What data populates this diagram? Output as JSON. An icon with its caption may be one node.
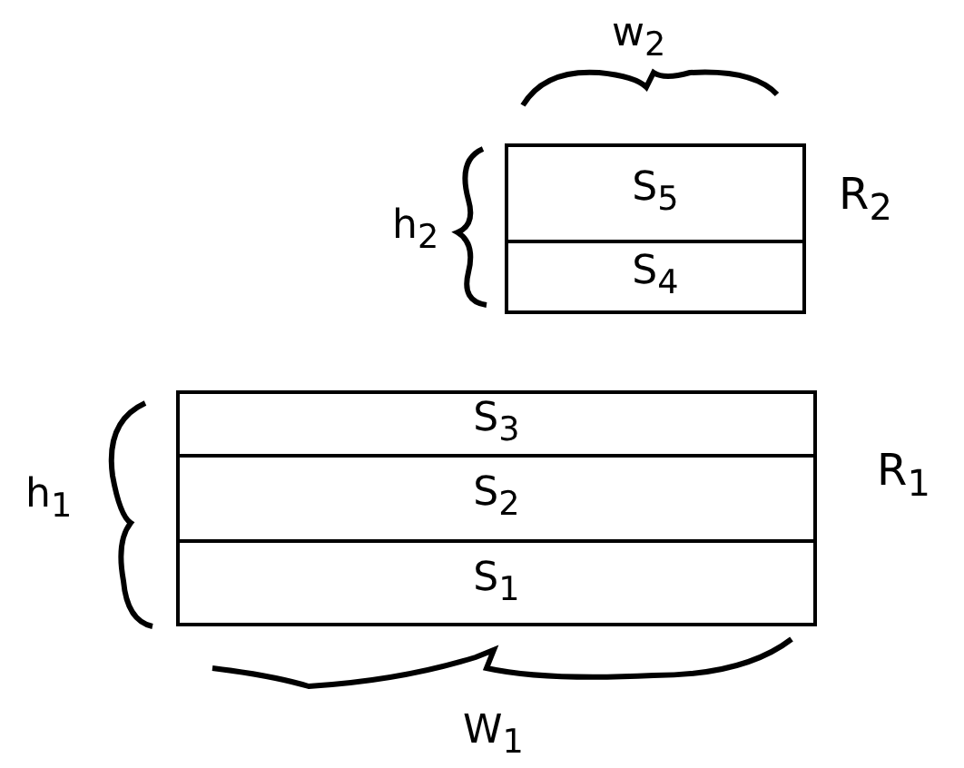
{
  "diagram": {
    "nodes": [
      {
        "text": [
          "R$_{2}$"
        ]
      },
      {
        "text": [
          "S$_{5}$"
        ],
        "in": 0
      },
      {
        "text": [
          "S$_{4}$"
        ],
        "in": 0
      },
      {
        "text": [
          "R$_{1}$"
        ]
      },
      {
        "text": [
          "S$_{3}$"
        ],
        "in": 3
      },
      {
        "text": [
          "S$_{2}$"
        ],
        "in": 3
      },
      {
        "text": [
          "S$_{1}$"
        ],
        "in": 3
      }
    ],
    "labels": [
      "w$_{2}$",
      "h$_{2}$",
      "h$_{1}$",
      "W$_{1}$"
    ]
  }
}
